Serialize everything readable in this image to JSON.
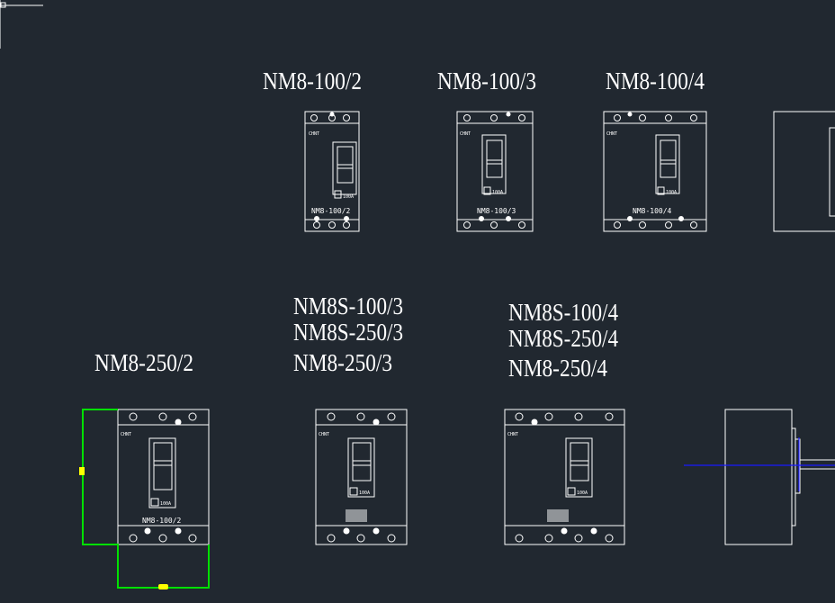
{
  "colors": {
    "background": "#212830",
    "line": "#ffffff",
    "highlight": "#00e000",
    "grip": "#ffff00",
    "axis": "#1a1aff"
  },
  "labels": {
    "nm8_100_2": "NM8-100/2",
    "nm8_100_3": "NM8-100/3",
    "nm8_100_4": "NM8-100/4",
    "nm8_250_2": "NM8-250/2",
    "nm8s_100_3": "NM8S-100/3",
    "nm8s_250_3": "NM8S-250/3",
    "nm8_250_3": "NM8-250/3",
    "nm8s_100_4": "NM8S-100/4",
    "nm8s_250_4": "NM8S-250/4",
    "nm8_250_4": "NM8-250/4"
  },
  "breaker_text": {
    "brand": "CHNT",
    "rating_100": "100A",
    "plate_100_2": "NM8-100/2",
    "plate_100_3": "NM8-100/3",
    "plate_100_4": "NM8-100/4",
    "plate_250_2": "NM8-100/2"
  }
}
